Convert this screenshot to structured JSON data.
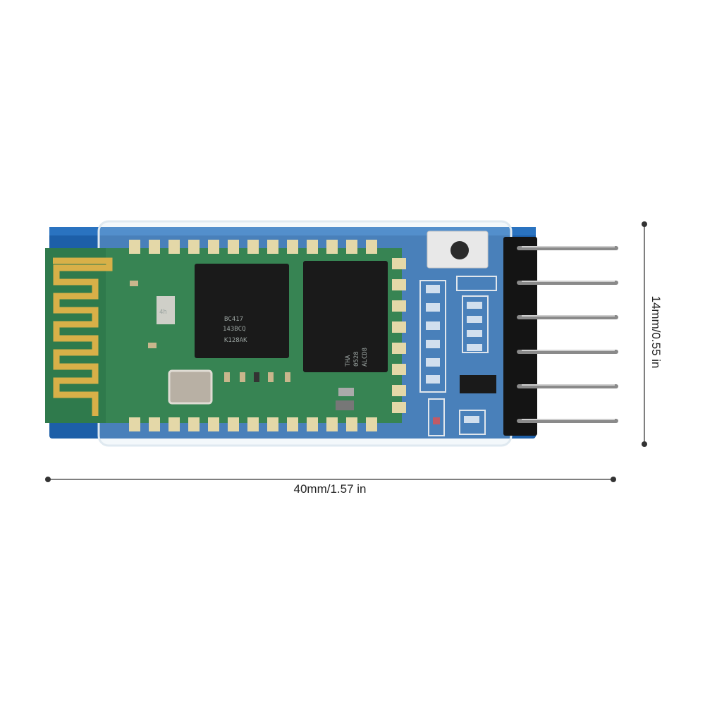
{
  "dimensions": {
    "width_label": "40mm/1.57 in",
    "height_label": "14mm/0.55 in"
  },
  "chips": {
    "main_chip_lines": [
      "BC417",
      "143BCQ",
      "K128AK"
    ],
    "flash_chip_lines": [
      "ALCD8",
      "0528",
      "THA"
    ],
    "small_component_text": "4h"
  },
  "colors": {
    "board_blue": "#1d5fa8",
    "module_green": "#2f7a4c",
    "antenna_gold": "#d8b048",
    "chip_black": "#1a1a1a",
    "pad_gold": "#e4d8a8",
    "dimension_line": "#444444"
  },
  "icons": [
    "push-button-icon",
    "header-pin-icon",
    "antenna-trace-icon"
  ]
}
